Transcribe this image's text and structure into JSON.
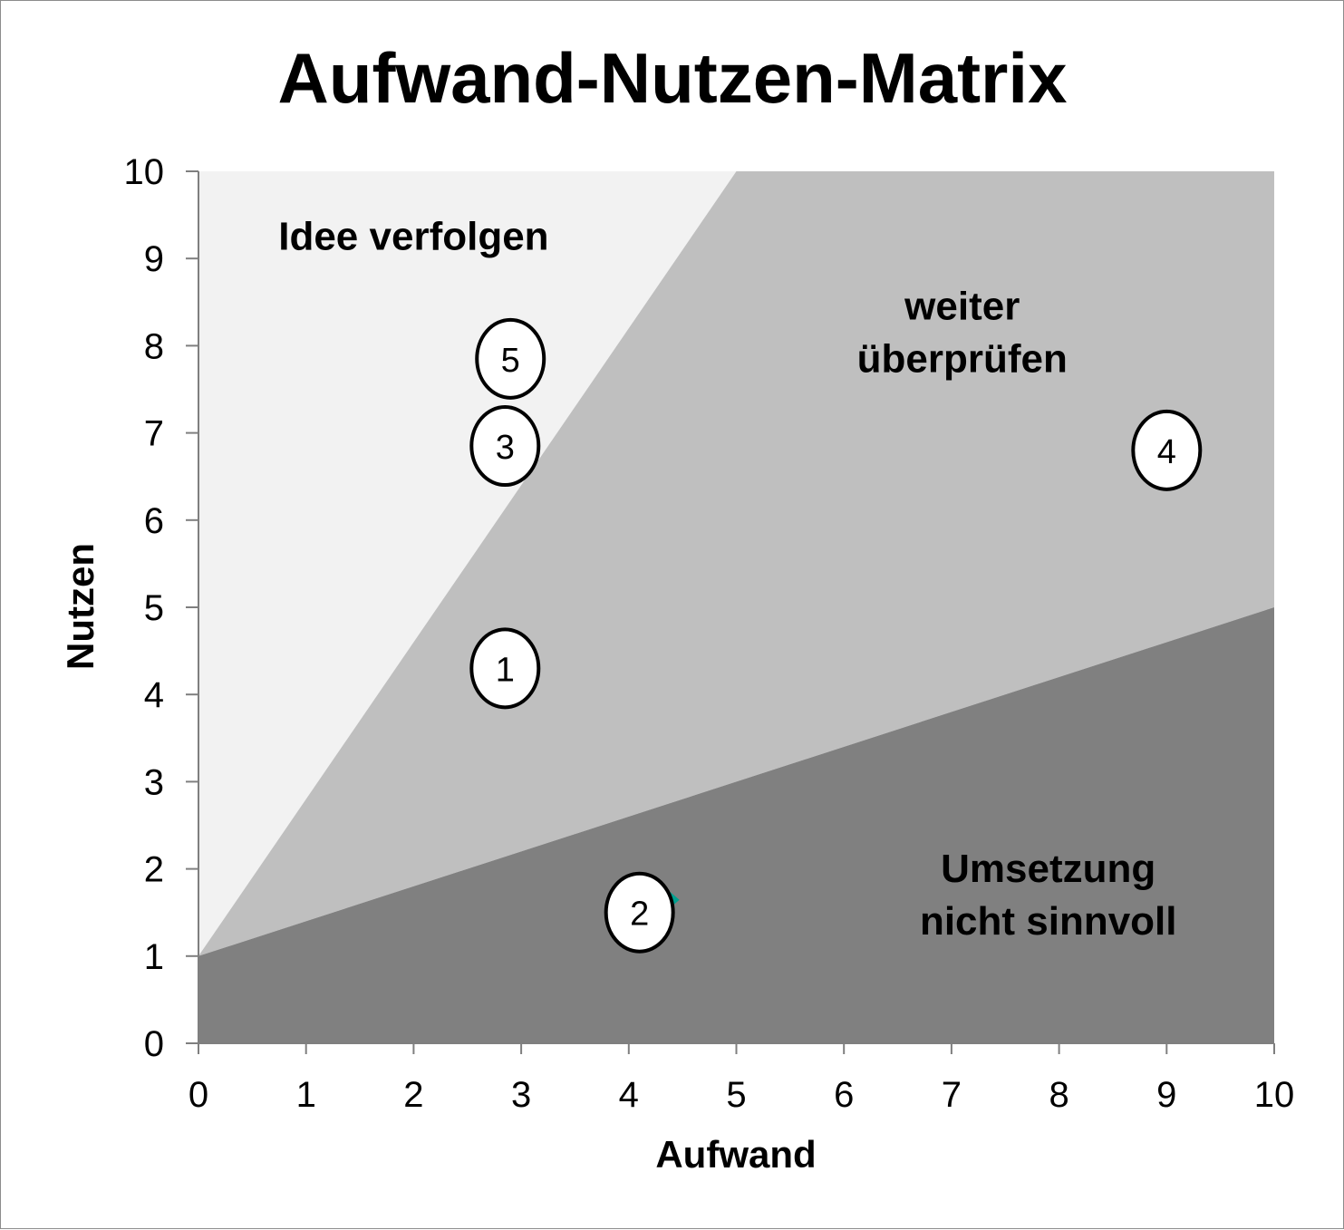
{
  "chart_data": {
    "type": "scatter",
    "title": "Aufwand-Nutzen-Matrix",
    "xlabel": "Aufwand",
    "ylabel": "Nutzen",
    "xlim": [
      0,
      10
    ],
    "ylim": [
      0,
      10
    ],
    "x_ticks": [
      "0",
      "1",
      "2",
      "3",
      "4",
      "5",
      "6",
      "7",
      "8",
      "9",
      "10"
    ],
    "y_ticks": [
      "0",
      "1",
      "2",
      "3",
      "4",
      "5",
      "6",
      "7",
      "8",
      "9",
      "10"
    ],
    "grid": false,
    "regions": [
      {
        "name": "Idee verfolgen",
        "lines": [
          "Idee verfolgen"
        ],
        "color": "#f2f2f2",
        "polygon": [
          [
            0,
            1
          ],
          [
            0,
            10
          ],
          [
            5,
            10
          ]
        ],
        "label_pos": [
          2.0,
          9.1
        ]
      },
      {
        "name": "weiter überprüfen",
        "lines": [
          "weiter",
          "überprüfen"
        ],
        "color": "#bfbfbf",
        "polygon": [
          [
            0,
            1
          ],
          [
            5,
            10
          ],
          [
            10,
            10
          ],
          [
            10,
            5
          ]
        ],
        "label_pos": [
          7.1,
          8.3
        ]
      },
      {
        "name": "Umsetzung nicht sinnvoll",
        "lines": [
          "Umsetzung",
          "nicht sinnvoll"
        ],
        "color": "#808080",
        "polygon": [
          [
            0,
            0
          ],
          [
            0,
            1
          ],
          [
            10,
            5
          ],
          [
            10,
            0
          ]
        ],
        "label_pos": [
          7.9,
          1.85
        ]
      }
    ],
    "points": [
      {
        "label": "1",
        "x": 2.85,
        "y": 4.3
      },
      {
        "label": "2",
        "x": 4.1,
        "y": 1.5
      },
      {
        "label": "3",
        "x": 2.85,
        "y": 6.85
      },
      {
        "label": "4",
        "x": 9.0,
        "y": 6.8
      },
      {
        "label": "5",
        "x": 2.9,
        "y": 7.85
      }
    ],
    "colors": {
      "marker_fill": "#ffffff",
      "marker_stroke": "#000000",
      "axis": "#7f7f7f",
      "stray_marker": "#00a090"
    }
  }
}
